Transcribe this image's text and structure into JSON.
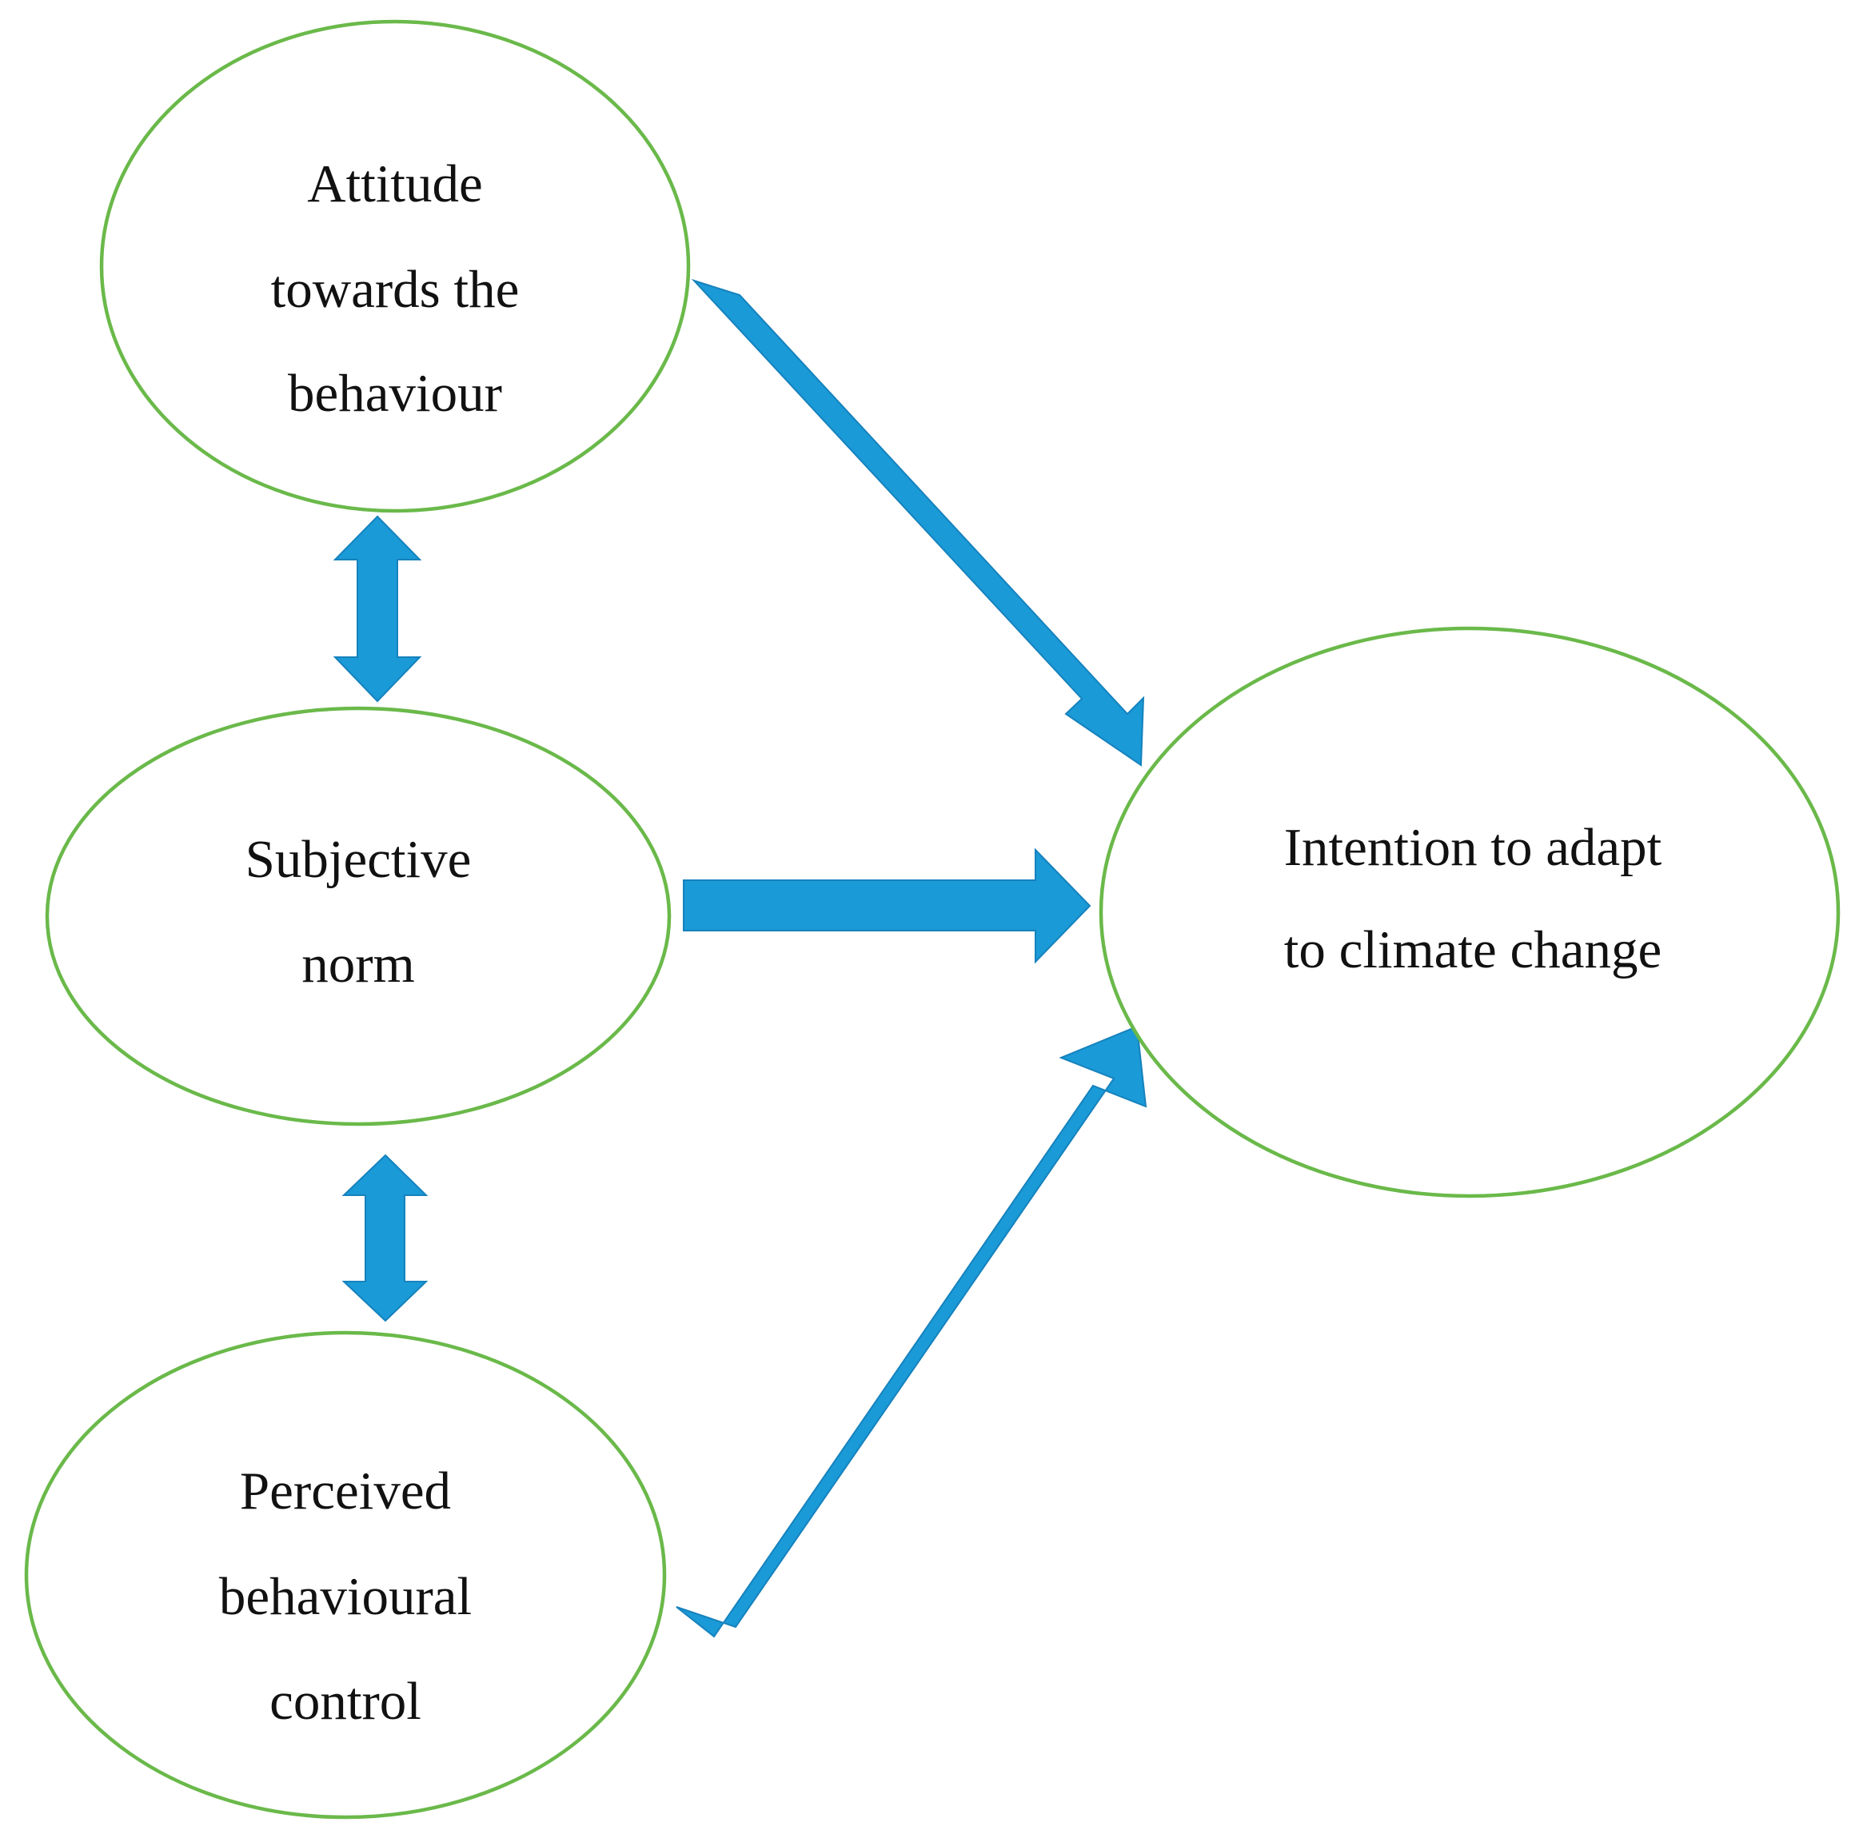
{
  "colors": {
    "ellipse_stroke": "#6ab94a",
    "arrow_fill": "#1a9ad6",
    "arrow_stroke": "#1682bd",
    "background": "#ffffff"
  },
  "nodes": {
    "attitude": {
      "lines": [
        "Attitude",
        "towards the",
        "behaviour"
      ]
    },
    "subjective_norm": {
      "lines": [
        "Subjective",
        "norm"
      ]
    },
    "perceived_control": {
      "lines": [
        "Perceived",
        "behavioural",
        "control"
      ]
    },
    "intention": {
      "lines": [
        "Intention to adapt",
        "to climate change"
      ]
    }
  },
  "edges": [
    {
      "from": "attitude",
      "to": "intention",
      "type": "directed"
    },
    {
      "from": "subjective_norm",
      "to": "intention",
      "type": "directed"
    },
    {
      "from": "perceived_control",
      "to": "intention",
      "type": "directed"
    },
    {
      "from": "attitude",
      "to": "subjective_norm",
      "type": "bidirectional"
    },
    {
      "from": "subjective_norm",
      "to": "perceived_control",
      "type": "bidirectional"
    }
  ]
}
